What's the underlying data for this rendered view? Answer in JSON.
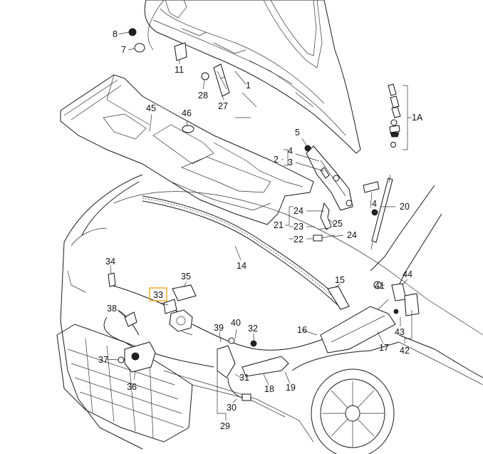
{
  "diagram": {
    "highlight_color": "#f2b233",
    "callouts": {
      "p1": "1",
      "p1a": "1A",
      "p2": "2",
      "p3a": "3",
      "p3b": "3",
      "p4a": "4",
      "p4b": "4",
      "p5": "5",
      "p7": "7",
      "p8": "8",
      "p11": "11",
      "p14": "14",
      "p15": "15",
      "p16": "16",
      "p17": "17",
      "p18": "18",
      "p19": "19",
      "p20": "20",
      "p21": "21",
      "p22": "22",
      "p23": "23",
      "p24a": "24",
      "p24b": "24",
      "p25": "25",
      "p27": "27",
      "p28": "28",
      "p29": "29",
      "p30": "30",
      "p31": "31",
      "p32": "32",
      "p33": "33",
      "p34": "34",
      "p35": "35",
      "p36": "36",
      "p37": "37",
      "p38": "38",
      "p39": "39",
      "p40": "40",
      "p41": "41",
      "p42": "42",
      "p43": "43",
      "p44": "44",
      "p45": "45",
      "p46": "46"
    }
  }
}
